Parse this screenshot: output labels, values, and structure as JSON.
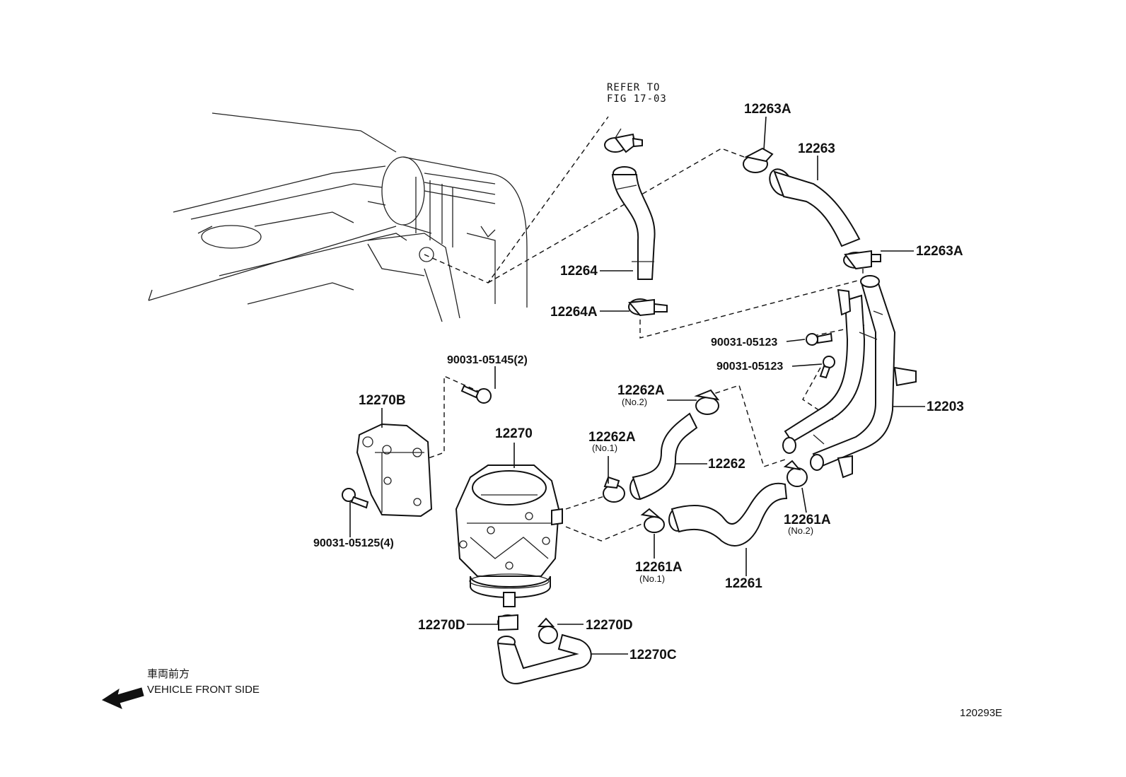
{
  "diagram": {
    "notes": {
      "refer_line1": "REFER TO",
      "refer_line2": "FIG 17-03",
      "direction_jp": "車両前方",
      "direction_en": "VEHICLE FRONT SIDE",
      "figure_id": "120293E"
    },
    "callouts": [
      {
        "id": "12263A_top",
        "text": "12263A"
      },
      {
        "id": "12263",
        "text": "12263"
      },
      {
        "id": "12263A_right",
        "text": "12263A"
      },
      {
        "id": "12264",
        "text": "12264"
      },
      {
        "id": "12264A",
        "text": "12264A"
      },
      {
        "id": "90031_05123_a",
        "text": "90031-05123"
      },
      {
        "id": "90031_05123_b",
        "text": "90031-05123"
      },
      {
        "id": "12203",
        "text": "12203"
      },
      {
        "id": "90031_05145",
        "text": "90031-05145(2)"
      },
      {
        "id": "12270B",
        "text": "12270B"
      },
      {
        "id": "12270",
        "text": "12270"
      },
      {
        "id": "12262A_no2",
        "text": "12262A",
        "sub": "(No.2)"
      },
      {
        "id": "12262A_no1",
        "text": "12262A",
        "sub": "(No.1)"
      },
      {
        "id": "12262",
        "text": "12262"
      },
      {
        "id": "12261A_no2",
        "text": "12261A",
        "sub": "(No.2)"
      },
      {
        "id": "12261A_no1",
        "text": "12261A",
        "sub": "(No.1)"
      },
      {
        "id": "12261",
        "text": "12261"
      },
      {
        "id": "90031_05125",
        "text": "90031-05125(4)"
      },
      {
        "id": "12270D_left",
        "text": "12270D"
      },
      {
        "id": "12270D_right",
        "text": "12270D"
      },
      {
        "id": "12270C",
        "text": "12270C"
      }
    ]
  }
}
